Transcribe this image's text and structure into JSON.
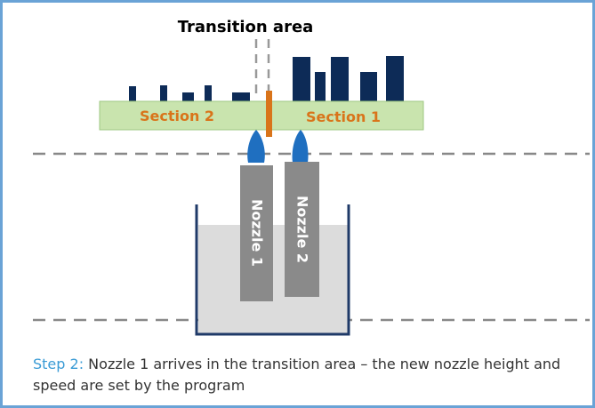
{
  "title": "Transition area",
  "sections": [
    {
      "label": "Section 2"
    },
    {
      "label": "Section 1"
    }
  ],
  "nozzles": [
    {
      "label": "Nozzle 1"
    },
    {
      "label": "Nozzle 2"
    }
  ],
  "caption": {
    "step_label": "Step 2:",
    "text": " Nozzle 1 arrives in the transition area – the new nozzle height and speed are set by the program"
  },
  "colors": {
    "frame": "#6aa3d6",
    "bars": "#0d2b57",
    "plate_fill": "#c9e4ae",
    "section_text": "#d9741a",
    "transition_marker": "#d9741a",
    "nozzle": "#888888",
    "liquid": "#dcdcdc",
    "tank": "#1f3a68",
    "spray": "#1f6fc0",
    "step_text": "#3a9bd5"
  }
}
